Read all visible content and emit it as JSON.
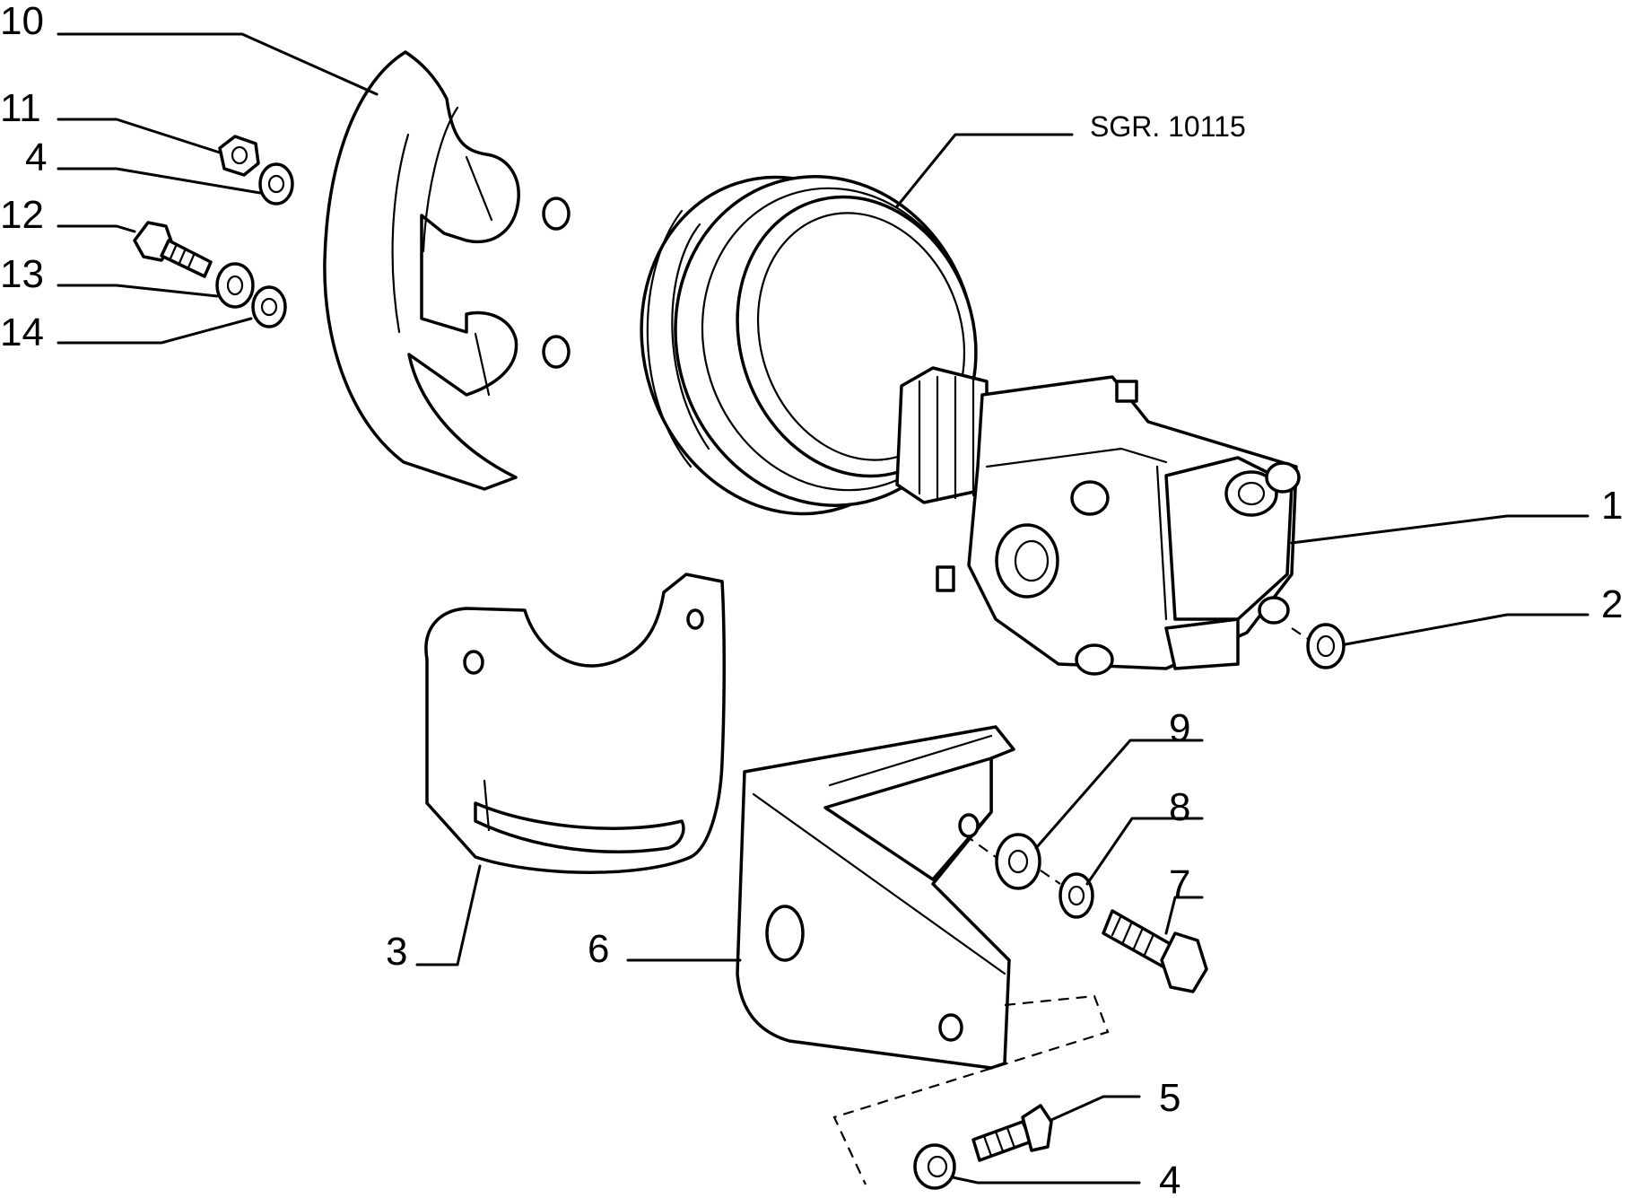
{
  "reference": "SGR. 10115",
  "callouts": {
    "c10": "10",
    "c11": "11",
    "c4_top": "4",
    "c12": "12",
    "c13": "13",
    "c14": "14",
    "c1": "1",
    "c2": "2",
    "c9": "9",
    "c8": "8",
    "c7": "7",
    "c3": "3",
    "c6": "6",
    "c5": "5",
    "c4_bottom": "4"
  }
}
